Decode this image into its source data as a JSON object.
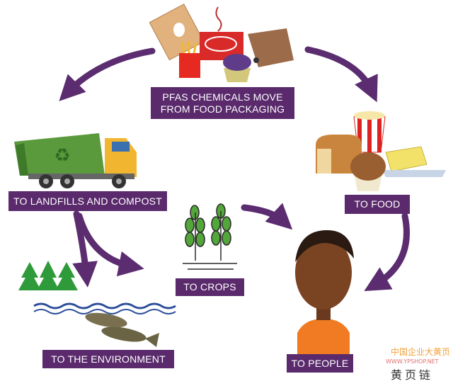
{
  "labels": {
    "source": "PFAS CHEMICALS MOVE FROM FOOD PACKAGING",
    "landfills": "TO LANDFILLS AND COMPOST",
    "food": "TO FOOD",
    "crops": "TO CROPS",
    "environment": "TO THE ENVIRONMENT",
    "people": "TO PEOPLE"
  },
  "watermark": {
    "line1": "中国企业大黄页",
    "line2": "WWW.YPSHOP.NET",
    "line3": "黄页链"
  },
  "colors": {
    "purple": "#5a2a6c",
    "arrow": "#5b2c6f"
  }
}
